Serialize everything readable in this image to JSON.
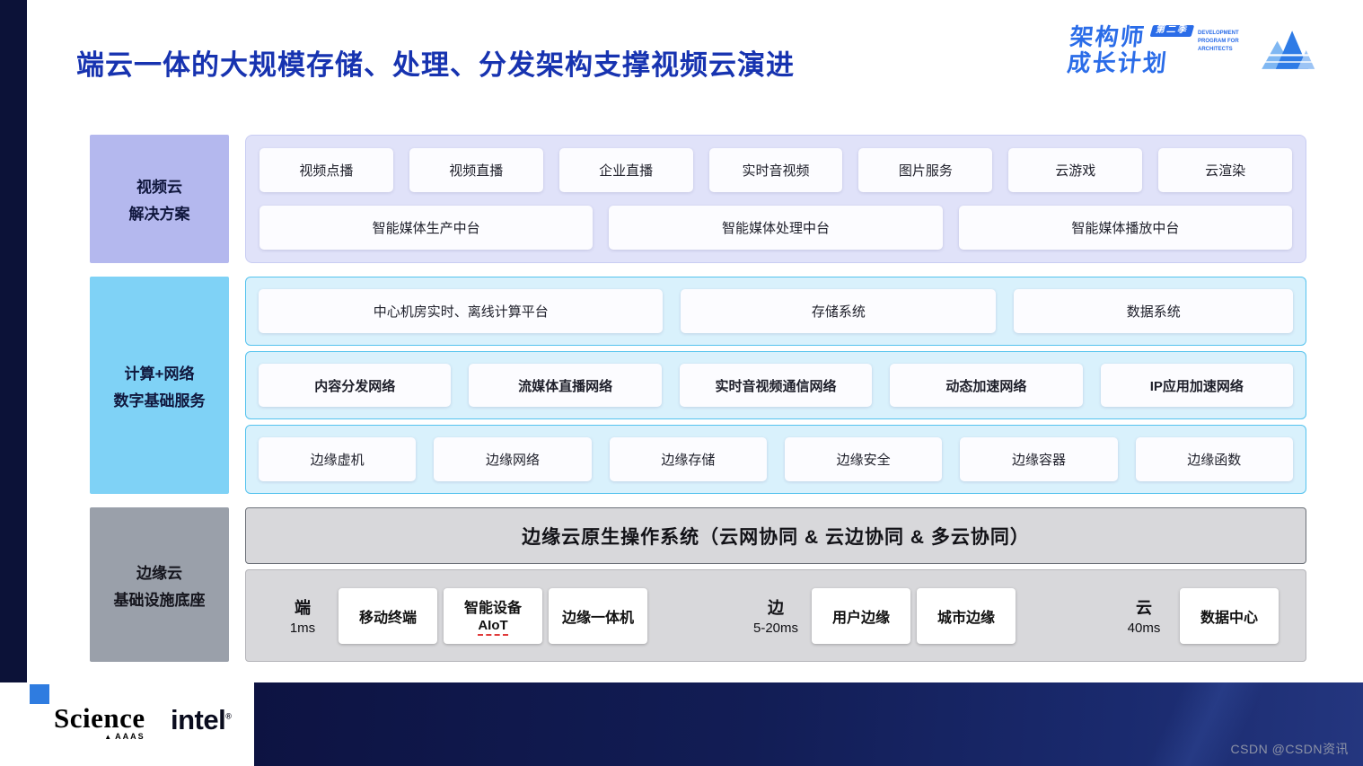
{
  "page": {
    "title": "端云一体的大规模存储、处理、分发架构支撑视频云演进"
  },
  "brand": {
    "line1": "架构师",
    "line2": "成长计划",
    "badge": "第二季",
    "tagline": "Development Program for Architects"
  },
  "rows": {
    "video_cloud": {
      "label_lines": [
        "视频云",
        "解决方案"
      ],
      "products": [
        "视频点播",
        "视频直播",
        "企业直播",
        "实时音视频",
        "图片服务",
        "云游戏",
        "云渲染"
      ],
      "platforms": [
        "智能媒体生产中台",
        "智能媒体处理中台",
        "智能媒体播放中台"
      ]
    },
    "compute_network": {
      "label_lines": [
        "计算+网络",
        "数字基础服务"
      ],
      "central": [
        "中心机房实时、离线计算平台",
        "存储系统",
        "数据系统"
      ],
      "networks": [
        "内容分发网络",
        "流媒体直播网络",
        "实时音视频通信网络",
        "动态加速网络",
        "IP应用加速网络"
      ],
      "edge_services": [
        "边缘虚机",
        "边缘网络",
        "边缘存储",
        "边缘安全",
        "边缘容器",
        "边缘函数"
      ]
    },
    "edge_infra": {
      "label_lines": [
        "边缘云",
        "基础设施底座"
      ],
      "os_bar": "边缘云原生操作系统（云网协同 & 云边协同 & 多云协同）",
      "tiers": [
        {
          "type": "tier",
          "title": "端",
          "latency": "1ms"
        },
        {
          "type": "box",
          "label": "移动终端"
        },
        {
          "type": "box",
          "label": "智能设备",
          "sub": "AIoT",
          "sub_underline": true
        },
        {
          "type": "box",
          "label": "边缘一体机"
        },
        {
          "type": "spacer"
        },
        {
          "type": "tier",
          "title": "边",
          "latency": "5-20ms"
        },
        {
          "type": "box",
          "label": "用户边缘"
        },
        {
          "type": "box",
          "label": "城市边缘"
        },
        {
          "type": "spacer"
        },
        {
          "type": "tier",
          "title": "云",
          "latency": "40ms"
        },
        {
          "type": "box",
          "label": "数据中心"
        }
      ]
    }
  },
  "footer": {
    "science": "Science",
    "science_sub": "AAAS",
    "intel": "intel",
    "watermark": "CSDN @CSDN资讯"
  },
  "colors": {
    "navy": "#0c1238",
    "title_blue": "#1733b0",
    "lavender_label": "#b4b8ee",
    "lavender_panel": "#e0e2f9",
    "sky_label": "#7fd2f6",
    "cyan_panel": "#d9f1fc",
    "cyan_border": "#55c3ee",
    "gray_label": "#9aa0aa",
    "gray_panel": "#d8d8db",
    "brand_blue": "#2a6ce8",
    "footer_square": "#2f7ce0",
    "underline_red": "#e03a3a"
  }
}
